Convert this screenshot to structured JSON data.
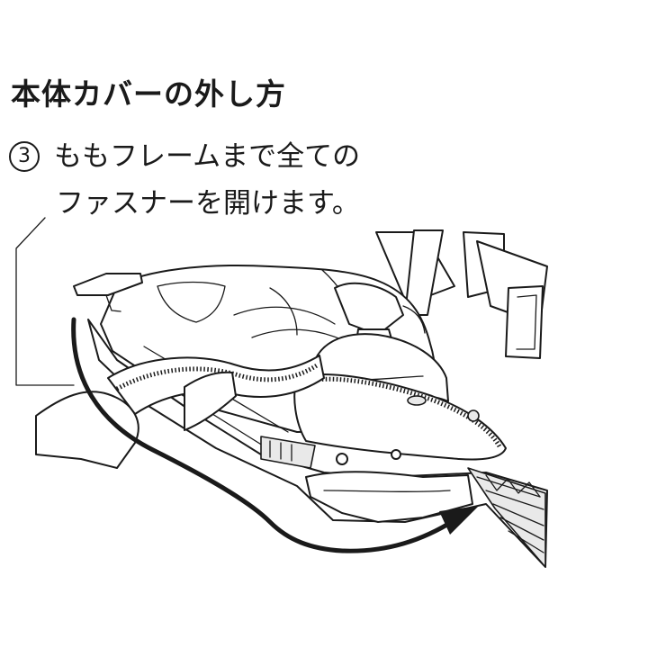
{
  "heading": {
    "title": "本体カバーの外し方"
  },
  "step": {
    "number": "3",
    "line1": "ももフレームまで全ての",
    "line2": "ファスナーを開けます。"
  },
  "illustration": {
    "subject": "stroller seat cover being unzipped along the thigh frame",
    "arrow_direction": "right"
  }
}
